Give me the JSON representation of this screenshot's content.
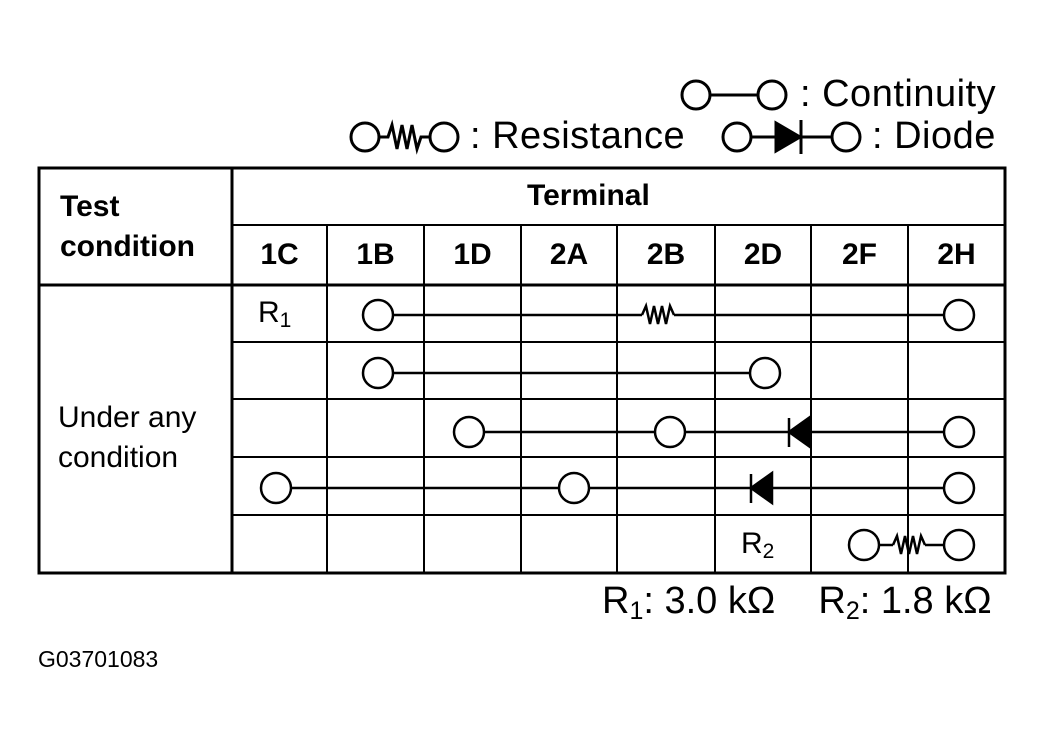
{
  "legend": {
    "continuity_label": ": Continuity",
    "resistance_label": ": Resistance",
    "diode_label": ": Diode"
  },
  "table": {
    "test_condition_header_line1": "Test",
    "test_condition_header_line2": "condition",
    "terminal_header": "Terminal",
    "terminals": [
      "1C",
      "1B",
      "1D",
      "2A",
      "2B",
      "2D",
      "2F",
      "2H"
    ],
    "condition_line1": "Under any",
    "condition_line2": "condition",
    "rows": [
      {
        "label": "R",
        "label_sub": "1",
        "label_col": "1C",
        "connection": "resistance",
        "from": "1B",
        "to": "2H"
      },
      {
        "connection": "continuity",
        "from": "1B",
        "to": "2D"
      },
      {
        "connection": "diode",
        "terminals": [
          "1D",
          "2B",
          "2H"
        ],
        "diode_between": [
          "2D",
          "2F"
        ],
        "points_toward": "1D"
      },
      {
        "connection": "diode",
        "terminals": [
          "1C",
          "2A",
          "2H"
        ],
        "diode_between": [
          "2D"
        ],
        "points_toward": "1C"
      },
      {
        "label": "R",
        "label_sub": "2",
        "label_col": "2D",
        "connection": "resistance",
        "from": "2F",
        "to": "2H"
      }
    ]
  },
  "resistor_values": {
    "r1_main": "R",
    "r1_sub": "1",
    "r1_value": ": 3.0 kΩ",
    "r2_main": "R",
    "r2_sub": "2",
    "r2_value": ": 1.8 kΩ"
  },
  "figure_id": "G03701083"
}
